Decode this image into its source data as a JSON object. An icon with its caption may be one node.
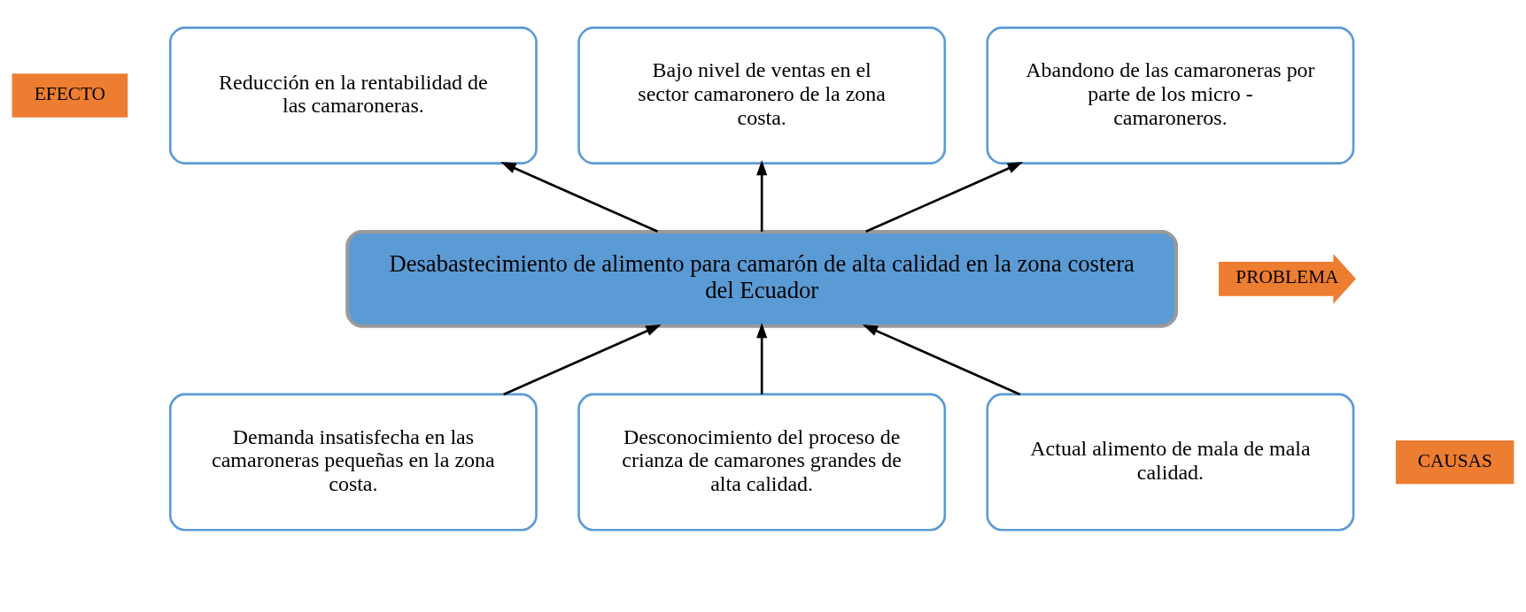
{
  "diagram": {
    "nodes": [
      {
        "text": [
          "EFECTO"
        ]
      },
      {
        "text": [
          "PROBLEMA"
        ]
      },
      {
        "text": [
          "CAUSAS"
        ]
      },
      {
        "text": [
          "Reducción en la rentabilidad de las camaroneras."
        ]
      },
      {
        "text": [
          "Bajo nivel de ventas en el sector camaronero de la zona costa."
        ]
      },
      {
        "text": [
          "Abandono de las camaroneras por parte de los micro - camaroneros."
        ]
      },
      {
        "text": [
          "Desabastecimiento de alimento para camarón de alta calidad en la zona costera del Ecuador"
        ]
      },
      {
        "text": [
          "Demanda insatisfecha en las camaroneras pequeñas en la zona costa."
        ]
      },
      {
        "text": [
          "Desconocimiento del proceso de crianza de camarones grandes de alta calidad."
        ]
      },
      {
        "text": [
          "Actual alimento de mala de mala calidad."
        ]
      }
    ],
    "edges": [
      {
        "from": 6,
        "to": 3,
        "arrow": "to"
      },
      {
        "from": 6,
        "to": 4,
        "arrow": "to"
      },
      {
        "from": 6,
        "to": 5,
        "arrow": "to"
      },
      {
        "from": 7,
        "to": 6,
        "arrow": "to"
      },
      {
        "from": 8,
        "to": 6,
        "arrow": "to"
      },
      {
        "from": 9,
        "to": 6,
        "arrow": "to"
      }
    ]
  }
}
